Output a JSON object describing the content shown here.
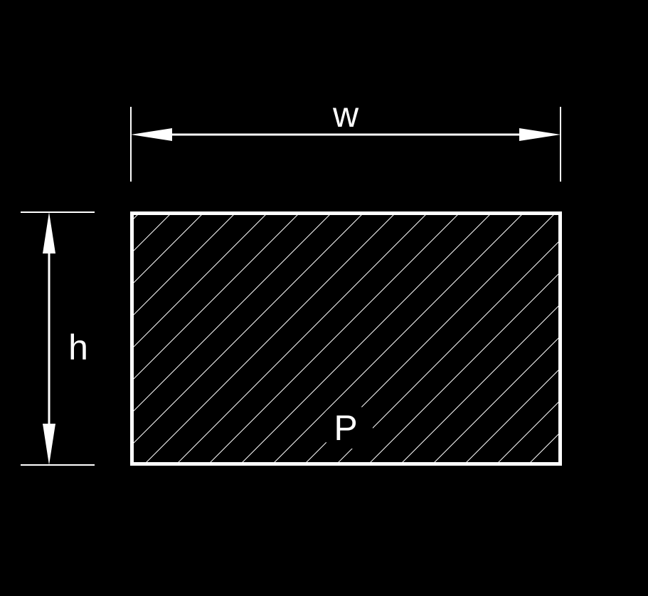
{
  "diagram": {
    "width_label": "w",
    "height_label": "h",
    "region_label": "P"
  },
  "colors": {
    "background": "#000000",
    "stroke": "#ffffff"
  },
  "style": {
    "fill_pattern": "diagonal-hatch"
  }
}
